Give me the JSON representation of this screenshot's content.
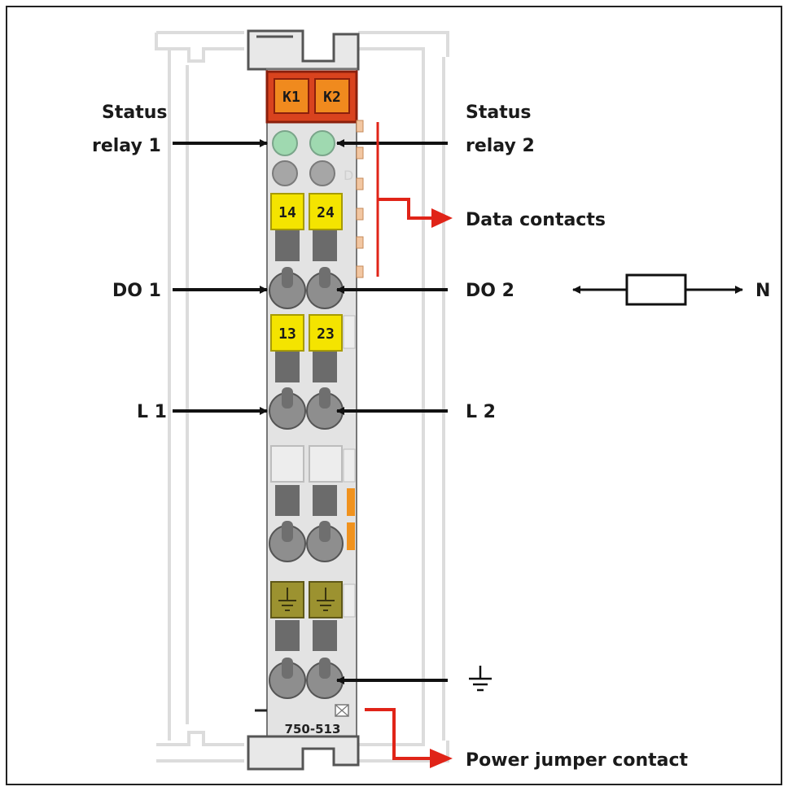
{
  "labels": {
    "status_relay_1_line1": "Status",
    "status_relay_1_line2": "relay 1",
    "status_relay_2_line1": "Status",
    "status_relay_2_line2": "relay 2",
    "data_contacts": "Data contacts",
    "do1": "DO 1",
    "do2": "DO 2",
    "n": "N",
    "l1": "L 1",
    "l2": "L 2",
    "power_jumper": "Power jumper contact"
  },
  "module": {
    "relay_tags": [
      "K1",
      "K2"
    ],
    "terminal_tags_top": [
      "14",
      "24"
    ],
    "terminal_tags_mid": [
      "13",
      "23"
    ],
    "model_number": "750-513",
    "led_faint_label": "D"
  },
  "colors": {
    "relay_header": "#d9431e",
    "relay_tag": "#f08a1e",
    "terminal_tag": "#f4e400",
    "ground_tag": "#9c9230",
    "status_led": "#9fd9b0",
    "arrow_black": "#111111",
    "arrow_red": "#e02418"
  }
}
